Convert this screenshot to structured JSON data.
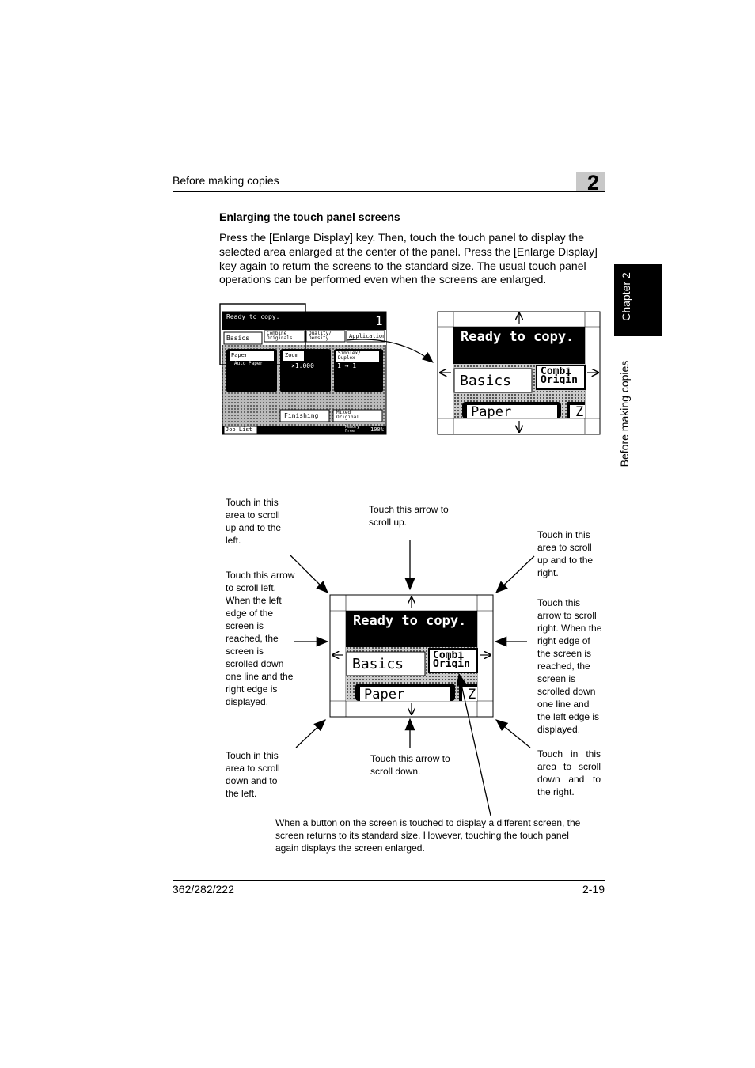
{
  "header": {
    "title": "Before making copies",
    "chapter_number": "2"
  },
  "section": {
    "title": "Enlarging the touch panel screens",
    "body": "Press the [Enlarge Display] key. Then, touch the touch panel to display the selected area enlarged at the center of the panel. Press the [Enlarge Display] key again to return the screens to the standard size. The usual touch panel operations can be performed even when the screens are enlarged."
  },
  "sidebar": {
    "chapter_tab": "Chapter 2",
    "section_tab": "Before making copies"
  },
  "small_screen": {
    "status": "Ready to copy.",
    "count": "1",
    "tabs": [
      "Basics",
      "Combine Originals",
      "Quality/ Density",
      "Application"
    ],
    "buttons": [
      {
        "label": "Paper",
        "value": "Auto Paper"
      },
      {
        "label": "Zoom",
        "value": "×1.000"
      },
      {
        "label": "Simplex/ Duplex",
        "value": "1 → 1"
      }
    ],
    "finishing": "Finishing",
    "mixed": "Mixed Original",
    "job_list": "Job List",
    "memory": "Memory Free",
    "memory_value": "100%"
  },
  "enlarged": {
    "status": "Ready to copy.",
    "tab1": "Basics",
    "tab2a": "Combi",
    "tab2b": "Origin",
    "button": "Paper",
    "button2": "Z"
  },
  "notes": {
    "up_left": "Touch in this area to scroll up and to the left.",
    "up": "Touch this arrow to scroll up.",
    "up_right": "Touch in this area to scroll up and to the right.",
    "left": "Touch this arrow to scroll left. When the left edge of the screen is reached, the screen is scrolled down one line and the right edge is displayed.",
    "right": "Touch this arrow to scroll right. When the right edge of the screen is reached, the screen is scrolled down one line and the left edge is displayed.",
    "down_left": "Touch in this area to scroll down and to the left.",
    "down": "Touch this arrow to scroll down.",
    "down_right": "Touch in this area to scroll down and to the right.",
    "bottom": "When a button on the screen is touched to display a different screen, the screen returns to its standard size. However, touching the touch panel again displays the screen enlarged."
  },
  "footer": {
    "model": "362/282/222",
    "page": "2-19"
  }
}
